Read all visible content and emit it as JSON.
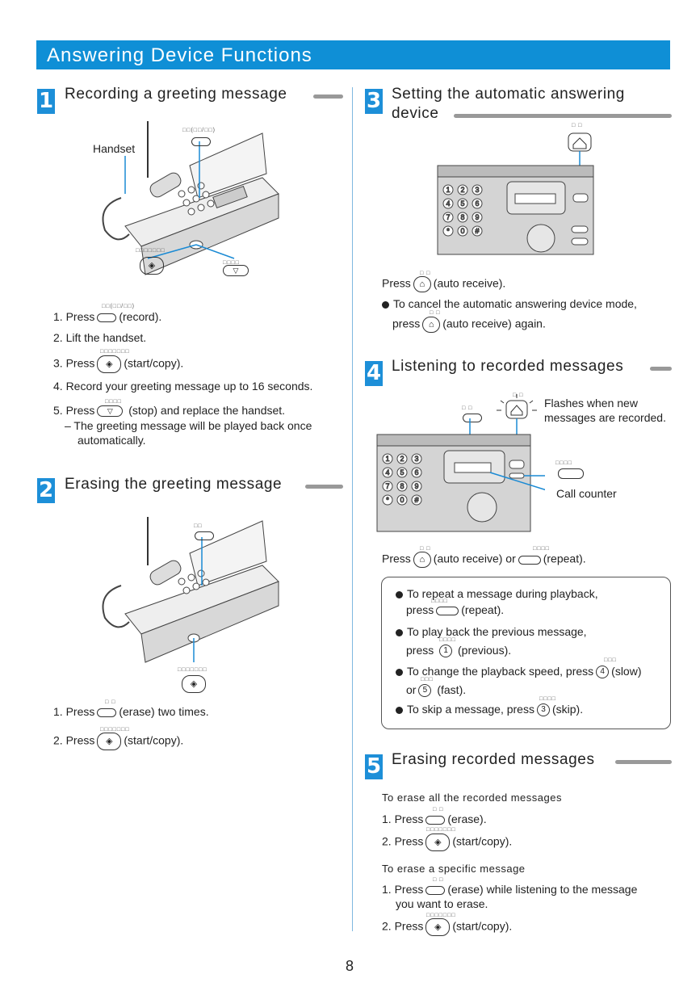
{
  "banner": {
    "title": "Answering Device Functions"
  },
  "page_number": "8",
  "sections": {
    "s1": {
      "num": "1",
      "title": "Recording a greeting message",
      "callouts": {
        "handset": "Handset"
      },
      "steps": [
        "1. Press",
        "(record).",
        "2. Lift the handset.",
        "3. Press",
        "(start/copy).",
        "4. Record your greeting message up to 16 seconds.",
        "5. Press",
        "(stop) and replace the handset.",
        "– The greeting message will be played back once",
        "automatically."
      ]
    },
    "s2": {
      "num": "2",
      "title": "Erasing the greeting message",
      "steps": [
        "1. Press",
        "(erase) two times.",
        "2. Press",
        "(start/copy)."
      ]
    },
    "s3": {
      "num": "3",
      "title_line1": "Setting the automatic answering",
      "title_line2": "device",
      "press": "Press",
      "auto_receive": "(auto receive).",
      "cancel_line1": "To cancel the automatic answering device mode,",
      "cancel_press": "press",
      "cancel_tail": "(auto receive) again."
    },
    "s4": {
      "num": "4",
      "title": "Listening to recorded messages",
      "flash_line1": "Flashes when new",
      "flash_line2": "messages are recorded.",
      "call_counter": "Call counter",
      "press": "Press",
      "auto_or": "(auto receive) or",
      "repeat": "(repeat).",
      "tips": {
        "t1a": "To repeat a message during playback,",
        "t1b_press": "press",
        "t1b_tail": "(repeat).",
        "t2a": "To play back the previous message,",
        "t2b_press": "press",
        "t2b_tail": "(previous).",
        "t3a": "To change the playback speed, press",
        "t3_slow": "(slow)",
        "t3b_or": "or",
        "t3b_fast": "(fast).",
        "t4a": "To skip a message, press",
        "t4_skip": "(skip).",
        "key_1": "1",
        "key_4": "4",
        "key_5": "5",
        "key_3": "3"
      }
    },
    "s5": {
      "num": "5",
      "title": "Erasing recorded messages",
      "sub1": "To erase all the recorded messages",
      "a1_press": "1. Press",
      "a1_tail": "(erase).",
      "a2_press": "2. Press",
      "a2_tail": "(start/copy).",
      "sub2": "To erase a specific message",
      "b1_press": "1. Press",
      "b1_tail": "(erase) while listening to the message",
      "b1_tail2": "you want to erase.",
      "b2_press": "2. Press",
      "b2_tail": "(start/copy)."
    }
  },
  "colors": {
    "accent": "#0f8fd6",
    "rule": "#999999",
    "divider": "#7fb8e0"
  },
  "icons": [
    "start-copy-icon",
    "stop-icon",
    "auto-receive-icon"
  ]
}
